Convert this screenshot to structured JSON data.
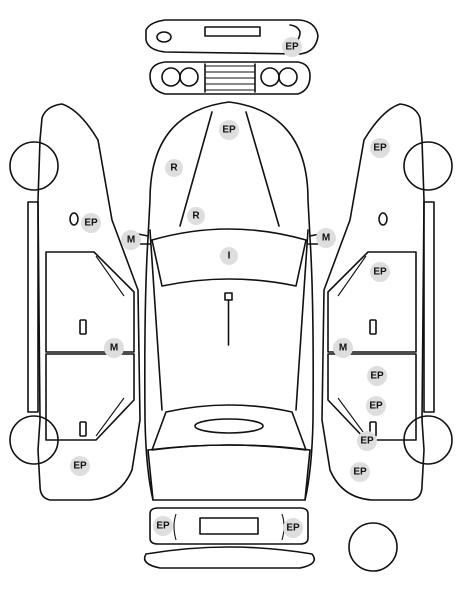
{
  "markers": [
    {
      "id": "ep-bumper-top",
      "code": "EP"
    },
    {
      "id": "ep-hood",
      "code": "EP"
    },
    {
      "id": "r-hood-left",
      "code": "R"
    },
    {
      "id": "r-hood-center",
      "code": "R"
    },
    {
      "id": "m-mirror-left",
      "code": "M"
    },
    {
      "id": "m-mirror-right",
      "code": "M"
    },
    {
      "id": "i-windshield",
      "code": "I"
    },
    {
      "id": "ep-left-front-fender",
      "code": "EP"
    },
    {
      "id": "m-left-pillar",
      "code": "M"
    },
    {
      "id": "ep-left-rear",
      "code": "EP"
    },
    {
      "id": "ep-right-front-fender",
      "code": "EP"
    },
    {
      "id": "ep-right-front-door",
      "code": "EP"
    },
    {
      "id": "m-right-pillar",
      "code": "M"
    },
    {
      "id": "ep-right-rear-door",
      "code": "EP"
    },
    {
      "id": "ep-right-rear-quarter",
      "code": "EP"
    },
    {
      "id": "ep-right-rear-bumper",
      "code": "EP"
    },
    {
      "id": "ep-rear-left",
      "code": "EP"
    },
    {
      "id": "ep-rear-right",
      "code": "EP"
    }
  ]
}
